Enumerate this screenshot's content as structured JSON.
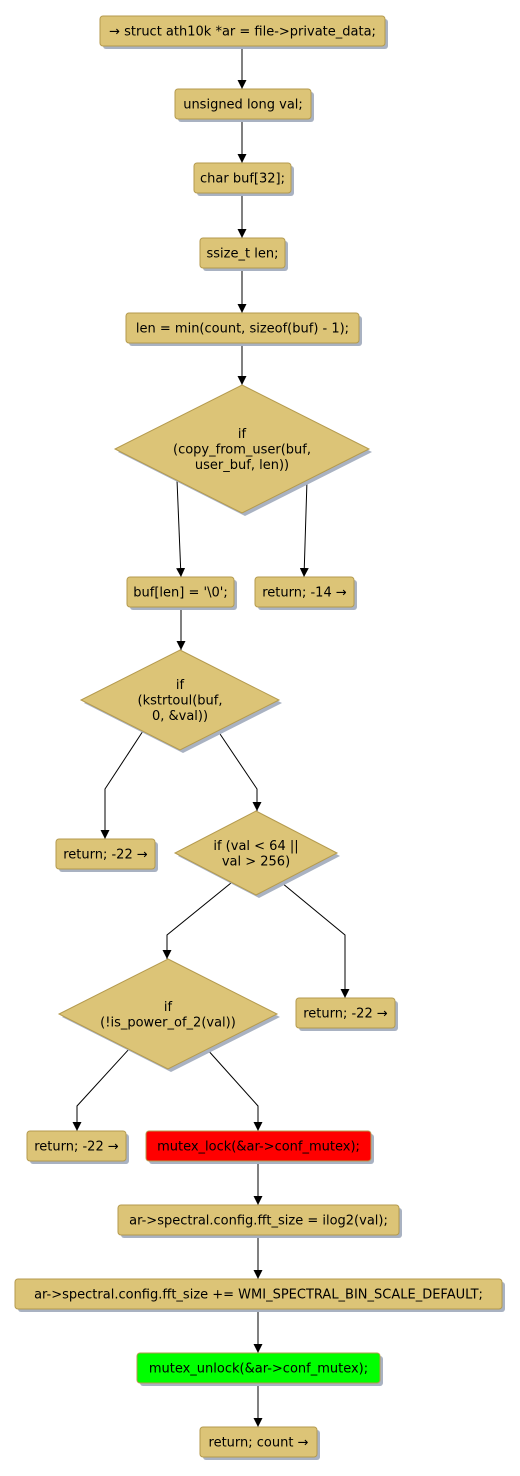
{
  "diagram": {
    "colors": {
      "node_fill": "#dcc477",
      "node_stroke": "#b49a4e",
      "shadow": "#a9b2c2",
      "edge": "#000000",
      "lock_fill": "#ff0000",
      "unlock_fill": "#00ff00"
    },
    "nodes": {
      "n1": "→ struct ath10k *ar = file->private_data;",
      "n2": "unsigned long val;",
      "n3": "char buf[32];",
      "n4": "ssize_t len;",
      "n5": "len = min(count, sizeof(buf) - 1);",
      "d1": [
        "if",
        "(copy_from_user(buf,",
        "user_buf, len))"
      ],
      "n6": "buf[len] = '\\0';",
      "n7": "return; -14 →",
      "d2": [
        "if",
        "(kstrtoul(buf,",
        "0, &val))"
      ],
      "n8": "return; -22 →",
      "d3": [
        "if (val < 64 ||",
        "val > 256)"
      ],
      "d4": [
        "if",
        "(!is_power_of_2(val))"
      ],
      "n9": "return; -22 →",
      "n10": "return; -22 →",
      "n11": "mutex_lock(&ar->conf_mutex);",
      "n12": "ar->spectral.config.fft_size = ilog2(val);",
      "n13": "ar->spectral.config.fft_size += WMI_SPECTRAL_BIN_SCALE_DEFAULT;",
      "n14": "mutex_unlock(&ar->conf_mutex);",
      "n15": "return; count →"
    }
  }
}
